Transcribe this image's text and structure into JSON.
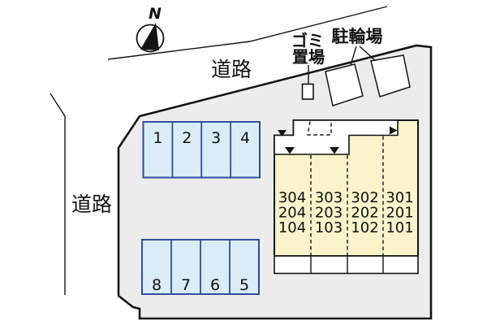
{
  "map": {
    "compass": {
      "label": "N"
    },
    "roads": {
      "top_label": "道路",
      "left_label": "道路"
    },
    "garbage": {
      "label_line1": "ゴミ",
      "label_line2": "置場"
    },
    "bicycle": {
      "label": "駐輪場"
    },
    "parking": {
      "top_row": [
        "1",
        "2",
        "3",
        "4"
      ],
      "bottom_row": [
        "8",
        "7",
        "6",
        "5"
      ]
    },
    "building": {
      "rooms": [
        [
          "304",
          "303",
          "302",
          "301"
        ],
        [
          "204",
          "203",
          "202",
          "201"
        ],
        [
          "104",
          "103",
          "102",
          "101"
        ]
      ]
    },
    "colors": {
      "site_fill": "#ececec",
      "building_fill": "#f9f4cb",
      "parking_fill": "#d9edf8",
      "parking_border": "#2f4d9e",
      "line": "#141414"
    }
  }
}
